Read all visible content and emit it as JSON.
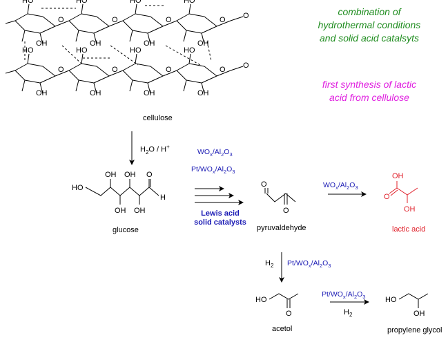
{
  "notes": {
    "line1": "combination of",
    "line2": "hydrothermal conditions",
    "line3": "and solid acid catalsyts",
    "line4": "first synthesis of lactic",
    "line5": "acid from cellulose",
    "green": "#1e8c1e",
    "magenta": "#e020e0"
  },
  "labels": {
    "cellulose": "cellulose",
    "glucose": "glucose",
    "pyruvaldehyde": "pyruvaldehyde",
    "lactic_acid": "lactic acid",
    "acetol": "acetol",
    "propylene_glycol": "propylene glycol"
  },
  "reagents": {
    "h2o": "H",
    "h2o_sub": "2",
    "h2o_rest": "O / H",
    "h_plus": "+",
    "h2": "H",
    "h2_sub": "2",
    "lewis1": "Lewis acid",
    "lewis2": "solid catalysts"
  },
  "atoms": {
    "O": "O",
    "OH": "OH",
    "HO": "HO",
    "H": "H"
  },
  "colors": {
    "blue": "#1a1ab4",
    "red": "#e0202a",
    "black": "#000000"
  }
}
